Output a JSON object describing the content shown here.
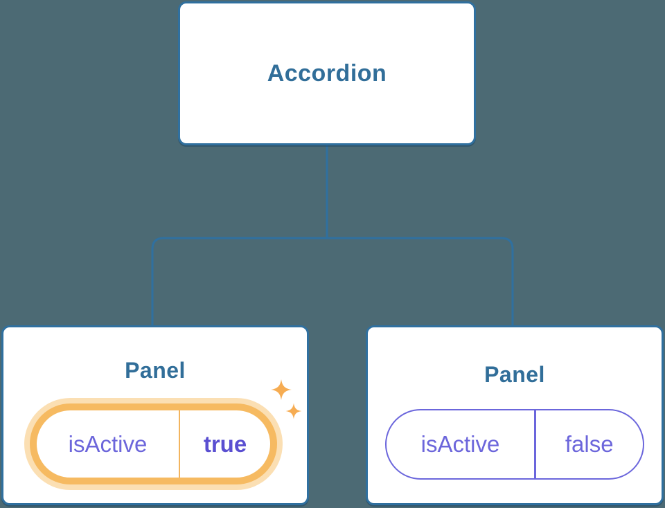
{
  "tree": {
    "root_label": "Accordion",
    "panels": [
      {
        "title": "Panel",
        "state_key": "isActive",
        "state_value": "true",
        "highlighted": true
      },
      {
        "title": "Panel",
        "state_key": "isActive",
        "state_value": "false",
        "highlighted": false
      }
    ]
  },
  "icons": {
    "sparkles": "sparkles-icon"
  },
  "colors": {
    "background": "#4C6A74",
    "box_border_blue": "#30709F",
    "title_text_blue": "#316E99",
    "state_purple": "#6C66DB",
    "state_purple_bold": "#5A4FD1",
    "highlight_orange_stroke": "#F6BA61",
    "highlight_orange_halo": "#FBDFB3",
    "highlight_orange_divider": "#F2B45E",
    "sparkle_orange": "#F6AC52",
    "card_background": "#FFFFFF"
  }
}
